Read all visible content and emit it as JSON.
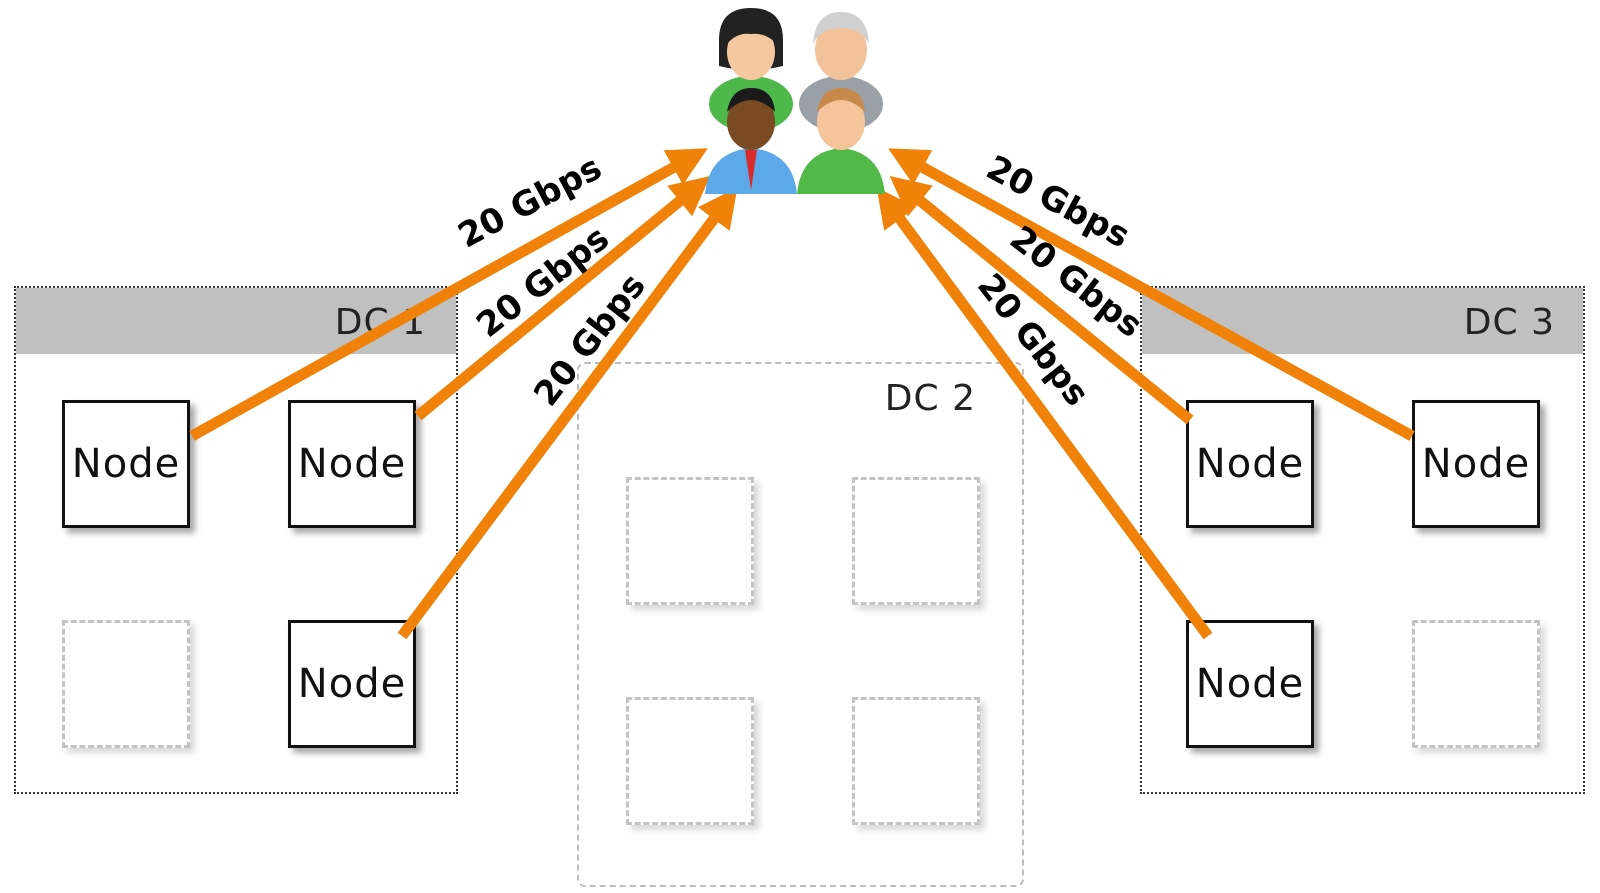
{
  "datacenters": {
    "dc1": {
      "label": "DC 1",
      "nodes": [
        "Node",
        "Node",
        "",
        "Node"
      ]
    },
    "dc2": {
      "label": "DC 2",
      "nodes": [
        "",
        "",
        "",
        ""
      ]
    },
    "dc3": {
      "label": "DC 3",
      "nodes": [
        "Node",
        "Node",
        "Node",
        ""
      ]
    }
  },
  "links": [
    {
      "from": "dc1-node-1",
      "bandwidth": "20 Gbps"
    },
    {
      "from": "dc1-node-2",
      "bandwidth": "20 Gbps"
    },
    {
      "from": "dc1-node-4",
      "bandwidth": "20 Gbps"
    },
    {
      "from": "dc3-node-2",
      "bandwidth": "20 Gbps"
    },
    {
      "from": "dc3-node-1",
      "bandwidth": "20 Gbps"
    },
    {
      "from": "dc3-node-3",
      "bandwidth": "20 Gbps"
    }
  ],
  "colors": {
    "link": "#f0820a",
    "user_group_icon": "users-group-icon"
  }
}
